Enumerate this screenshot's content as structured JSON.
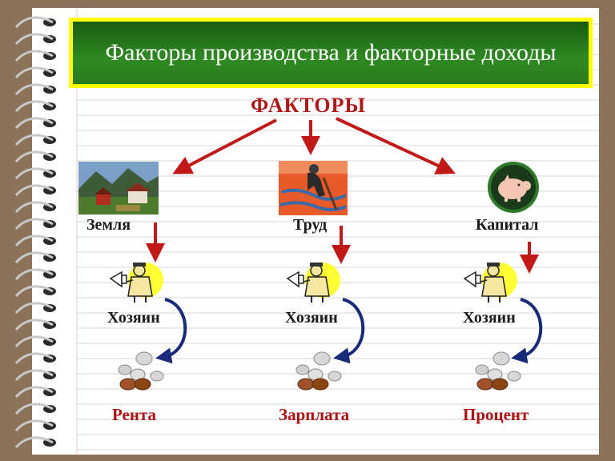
{
  "title": "Факторы производства и факторные доходы",
  "factors_heading": "ФАКТОРЫ",
  "columns": [
    {
      "factor": "Земля",
      "owner": "Хозяин",
      "income": "Рента",
      "image": "farm-landscape-image"
    },
    {
      "factor": "Труд",
      "owner": "Хозяин",
      "income": "Зарплата",
      "image": "worker-image"
    },
    {
      "factor": "Капитал",
      "owner": "Хозяин",
      "income": "Процент",
      "image": "piggy-bank-icon"
    }
  ],
  "colors": {
    "title_bg": "#2f8a22",
    "title_border": "#ffff00",
    "arrow": "#c21818",
    "curved_arrow": "#1a2a7a",
    "income_text": "#b01010",
    "paper": "#ffffff",
    "frame": "#8a7358"
  }
}
